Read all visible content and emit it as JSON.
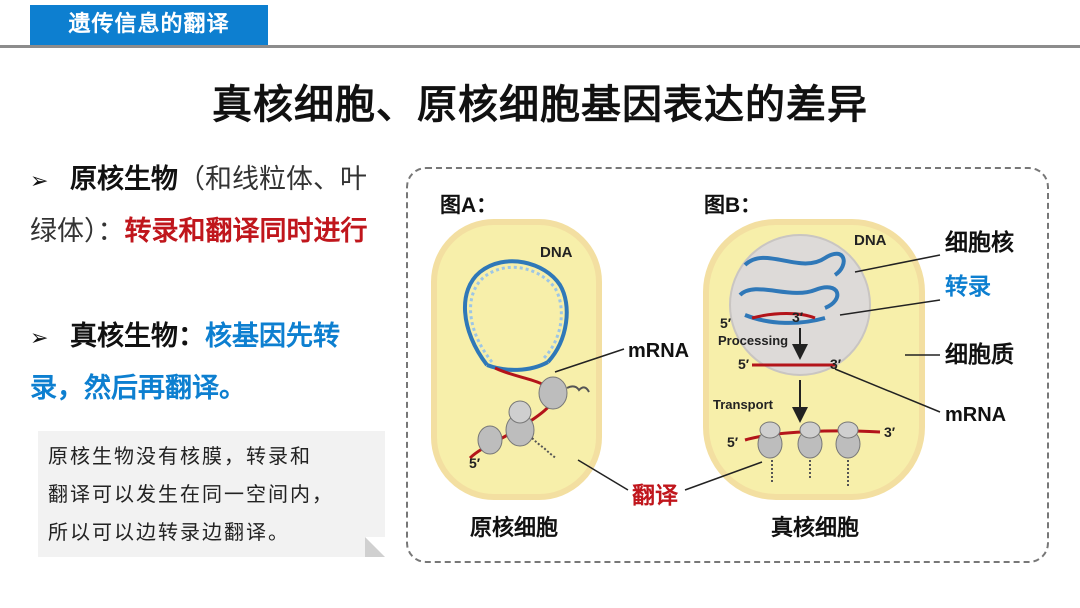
{
  "header": {
    "section_tab": "遗传信息的翻译"
  },
  "title": "真核细胞、原核细胞基因表达的差异",
  "bullets": [
    {
      "marker": "➢",
      "term": "原核生物",
      "detail": "（和线粒体、叶绿体）",
      "sep": "：",
      "highlight": "转录和翻译同时进行"
    },
    {
      "marker": "➢",
      "term": "真核生物：",
      "highlight": "核基因先转录，然后再翻译。"
    }
  ],
  "note": {
    "lines": [
      "原核生物没有核膜，转录和",
      "翻译可以发生在同一空间内，",
      "所以可以边转录边翻译。"
    ]
  },
  "figure_a": {
    "label": "图A：",
    "dna": "DNA",
    "mrna": "mRNA",
    "five_prime": "5′",
    "caption": "原核细胞"
  },
  "figure_b": {
    "label": "图B：",
    "dna": "DNA",
    "five_prime_top": "5′",
    "three_prime_top": "3′",
    "processing": "Processing",
    "five_prime_mid": "5′",
    "three_prime_mid": "3′",
    "transport": "Transport",
    "five_prime_bottom": "5′",
    "three_prime_bottom": "3′",
    "caption": "真核细胞"
  },
  "side_labels": {
    "nucleus": "细胞核",
    "transcription": "转录",
    "cytoplasm": "细胞质",
    "mrna": "mRNA",
    "translation": "翻译"
  },
  "colors": {
    "accent_blue": "#0d7fd0",
    "accent_red": "#c0161c",
    "cell_fill": "#f7efaa",
    "cell_border": "#f3dfa1",
    "nucleus_fill": "#dddad8",
    "dna_blue": "#2f78b8",
    "mrna_red": "#b3141a"
  }
}
